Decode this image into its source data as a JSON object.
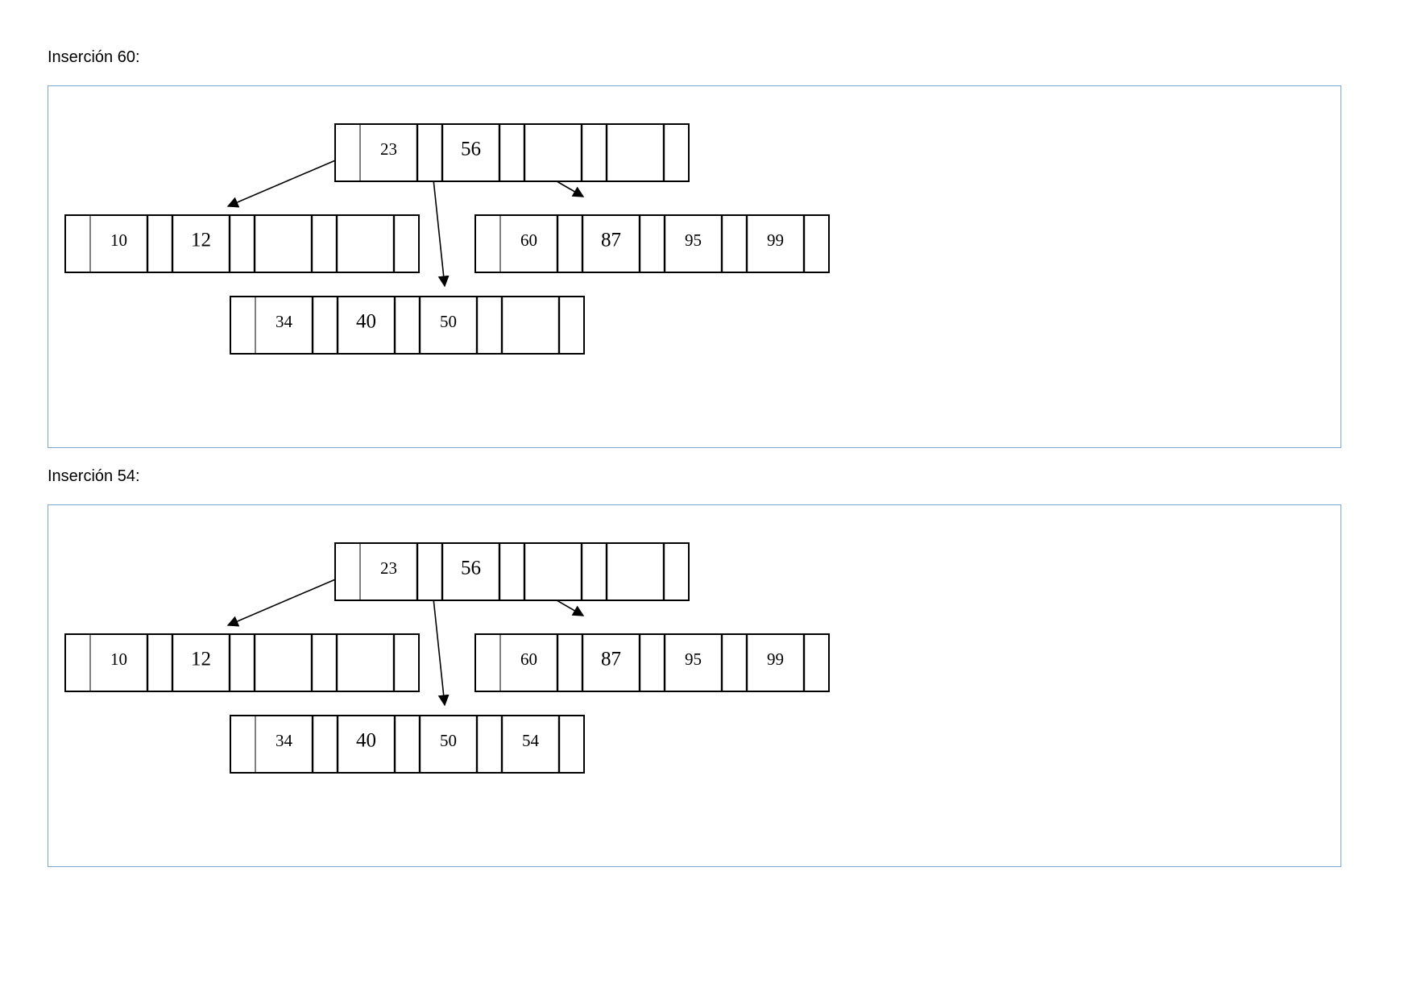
{
  "diagrams": [
    {
      "title": "Inserción 60:",
      "nodes": [
        {
          "id": "root",
          "keys": [
            "23",
            "56",
            "",
            ""
          ]
        },
        {
          "id": "left",
          "keys": [
            "10",
            "12",
            "",
            ""
          ]
        },
        {
          "id": "right",
          "keys": [
            "60",
            "87",
            "95",
            "99"
          ]
        },
        {
          "id": "middle",
          "keys": [
            "34",
            "40",
            "50",
            ""
          ]
        }
      ]
    },
    {
      "title": "Inserción 54:",
      "nodes": [
        {
          "id": "root",
          "keys": [
            "23",
            "56",
            "",
            ""
          ]
        },
        {
          "id": "left",
          "keys": [
            "10",
            "12",
            "",
            ""
          ]
        },
        {
          "id": "right",
          "keys": [
            "60",
            "87",
            "95",
            "99"
          ]
        },
        {
          "id": "middle",
          "keys": [
            "34",
            "40",
            "50",
            "54"
          ]
        }
      ]
    }
  ]
}
